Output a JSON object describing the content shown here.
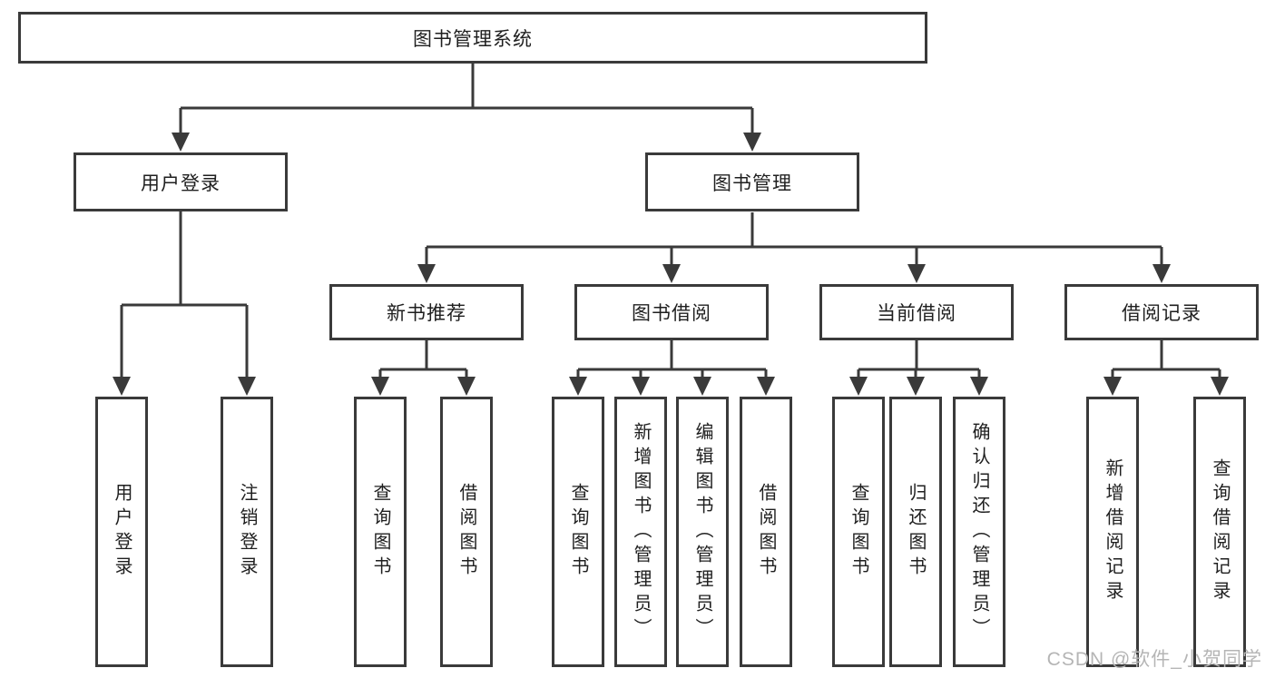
{
  "diagram": {
    "root": {
      "label": "图书管理系统"
    },
    "level2": [
      {
        "label": "用户登录"
      },
      {
        "label": "图书管理"
      }
    ],
    "level3": [
      {
        "label": "新书推荐"
      },
      {
        "label": "图书借阅"
      },
      {
        "label": "当前借阅"
      },
      {
        "label": "借阅记录"
      }
    ],
    "leaves": {
      "user_login": [
        "用户登录",
        "注销登录"
      ],
      "new_book": [
        "查询图书",
        "借阅图书"
      ],
      "book_borrow": [
        "查询图书",
        "新增图书（管理员）",
        "编辑图书（管理员）",
        "借阅图书"
      ],
      "current_borrow": [
        "查询图书",
        "归还图书",
        "确认归还（管理员）"
      ],
      "borrow_record": [
        "新增借阅记录",
        "查询借阅记录"
      ]
    }
  },
  "watermark": "CSDN @软件_小贺同学",
  "colors": {
    "line": "#3a3a3a",
    "text": "#1f1f1f",
    "watermark": "#b5b5b5",
    "background": "#ffffff"
  }
}
